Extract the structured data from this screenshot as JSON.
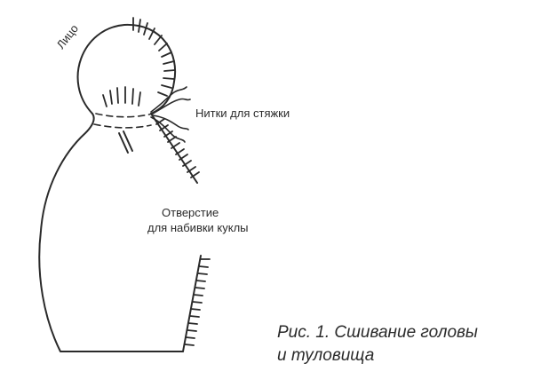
{
  "figure": {
    "label_face": "Лицо",
    "label_threads": "Нитки для стяжки",
    "label_opening_line1": "Отверстие",
    "label_opening_line2": "для набивки куклы"
  },
  "caption": {
    "line1": "Рис. 1. Сшивание головы",
    "line2": "и туловища"
  }
}
